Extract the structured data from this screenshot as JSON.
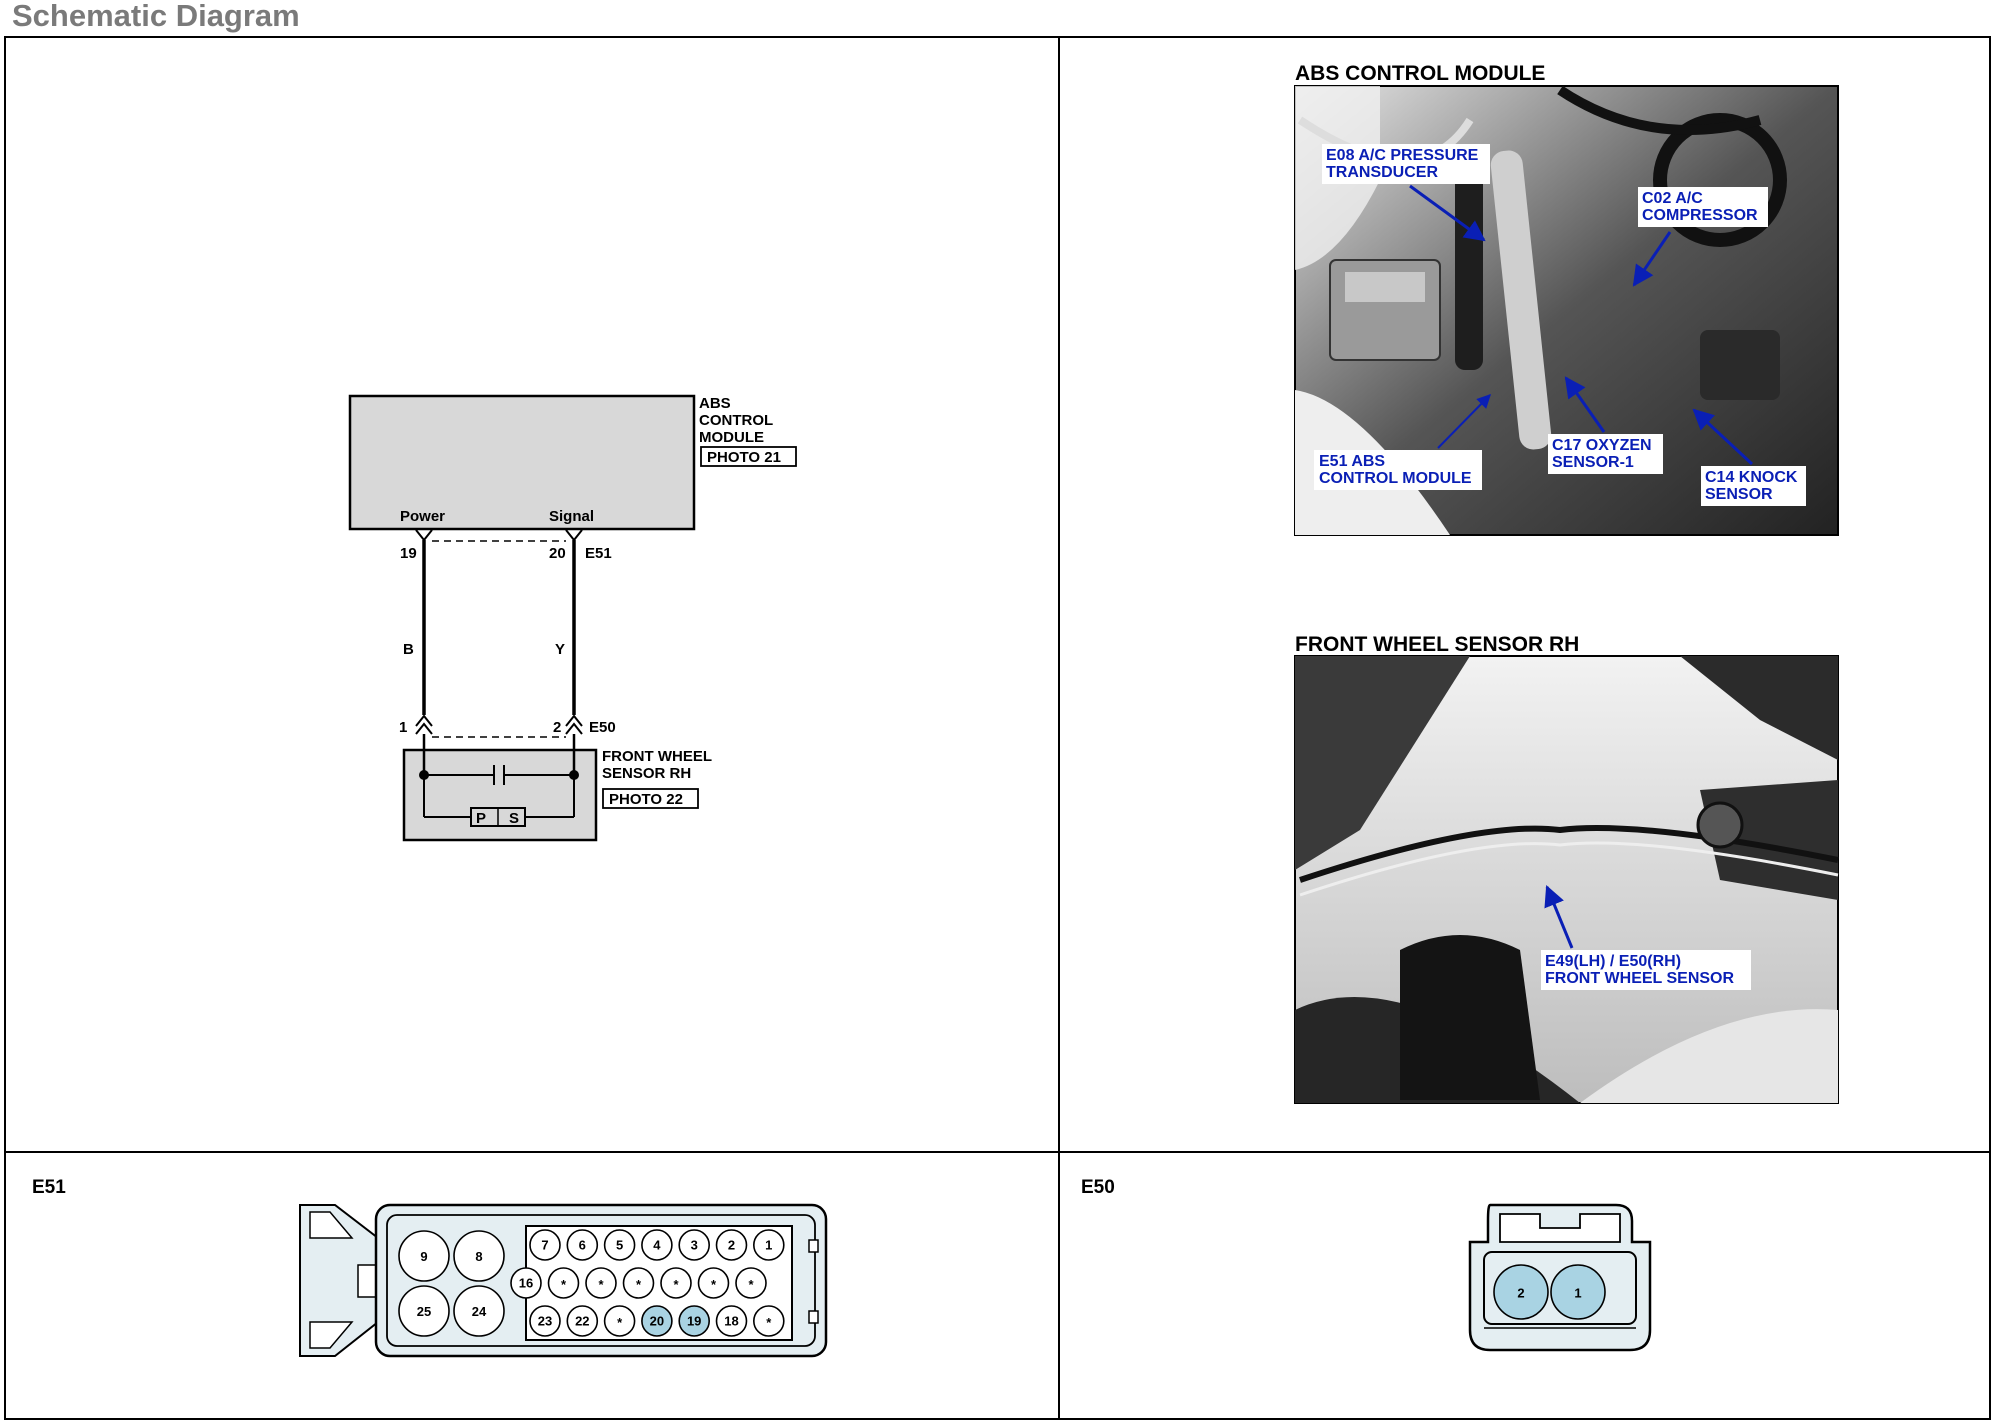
{
  "page": {
    "title": "Schematic Diagram"
  },
  "schematic": {
    "module": {
      "name_lines": [
        "ABS",
        "CONTROL",
        "MODULE"
      ],
      "photo_ref": "PHOTO 21",
      "connector": "E51"
    },
    "module_pins": [
      {
        "pin": "19",
        "label": "Power",
        "wire_color": "B"
      },
      {
        "pin": "20",
        "label": "Signal",
        "wire_color": "Y"
      }
    ],
    "sensor": {
      "name_lines": [
        "FRONT WHEEL",
        "SENSOR RH"
      ],
      "photo_ref": "PHOTO 22",
      "connector": "E50",
      "pins": [
        "1",
        "2"
      ],
      "internal": [
        "P",
        "S"
      ]
    }
  },
  "photos": {
    "abs": {
      "title": "ABS CONTROL MODULE",
      "callouts": [
        {
          "lines": [
            "E08 A/C PRESSURE",
            "TRANSDUCER"
          ]
        },
        {
          "lines": [
            "C02 A/C",
            "COMPRESSOR"
          ]
        },
        {
          "lines": [
            "E51 ABS",
            "CONTROL MODULE"
          ]
        },
        {
          "lines": [
            "C17 OXYZEN",
            "SENSOR-1"
          ]
        },
        {
          "lines": [
            "C14 KNOCK",
            "SENSOR"
          ]
        }
      ]
    },
    "wheel": {
      "title": "FRONT WHEEL SENSOR RH",
      "callouts": [
        {
          "lines": [
            "E49(LH) / E50(RH)",
            "FRONT WHEEL SENSOR"
          ]
        }
      ]
    }
  },
  "connectors": {
    "e51": {
      "label": "E51",
      "big_pins": [
        "9",
        "8",
        "25",
        "24"
      ],
      "row1": [
        "7",
        "6",
        "5",
        "4",
        "3",
        "2",
        "1"
      ],
      "row2": [
        "16",
        "*",
        "*",
        "*",
        "*",
        "*",
        "*"
      ],
      "row3": [
        "23",
        "22",
        "*",
        "20",
        "19",
        "18",
        "*"
      ],
      "highlighted": [
        "20",
        "19"
      ],
      "highlight_color": "#a9d3e3"
    },
    "e50": {
      "label": "E50",
      "pins": [
        "2",
        "1"
      ],
      "highlight_color": "#a9d3e3"
    }
  }
}
